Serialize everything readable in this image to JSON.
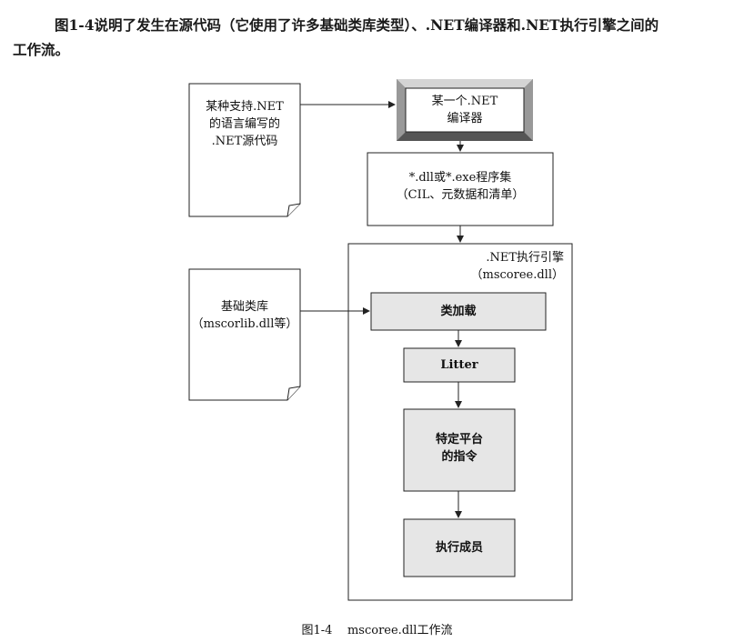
{
  "intro": {
    "line1": "图1-4说明了发生在源代码（它使用了许多基础类库类型）、.NET编译器和.NET执行引擎之间的",
    "line2": "工作流。"
  },
  "diagram": {
    "source_doc": "某种支持.NET\n的语言编写的\n.NET源代码",
    "compiler": "某一个.NET\n编译器",
    "assembly": "*.dll或*.exe程序集\n（CIL、元数据和清单）",
    "engine": ".NET执行引擎\n（mscoree.dll）",
    "base_lib": "基础类库\n（mscorlib.dll等）",
    "class_loader": "类加载",
    "jitter": "Litter",
    "platform_instructions": "特定平台\n的指令",
    "execute_member": "执行成员"
  },
  "caption": "图1-4    mscoree.dll工作流"
}
